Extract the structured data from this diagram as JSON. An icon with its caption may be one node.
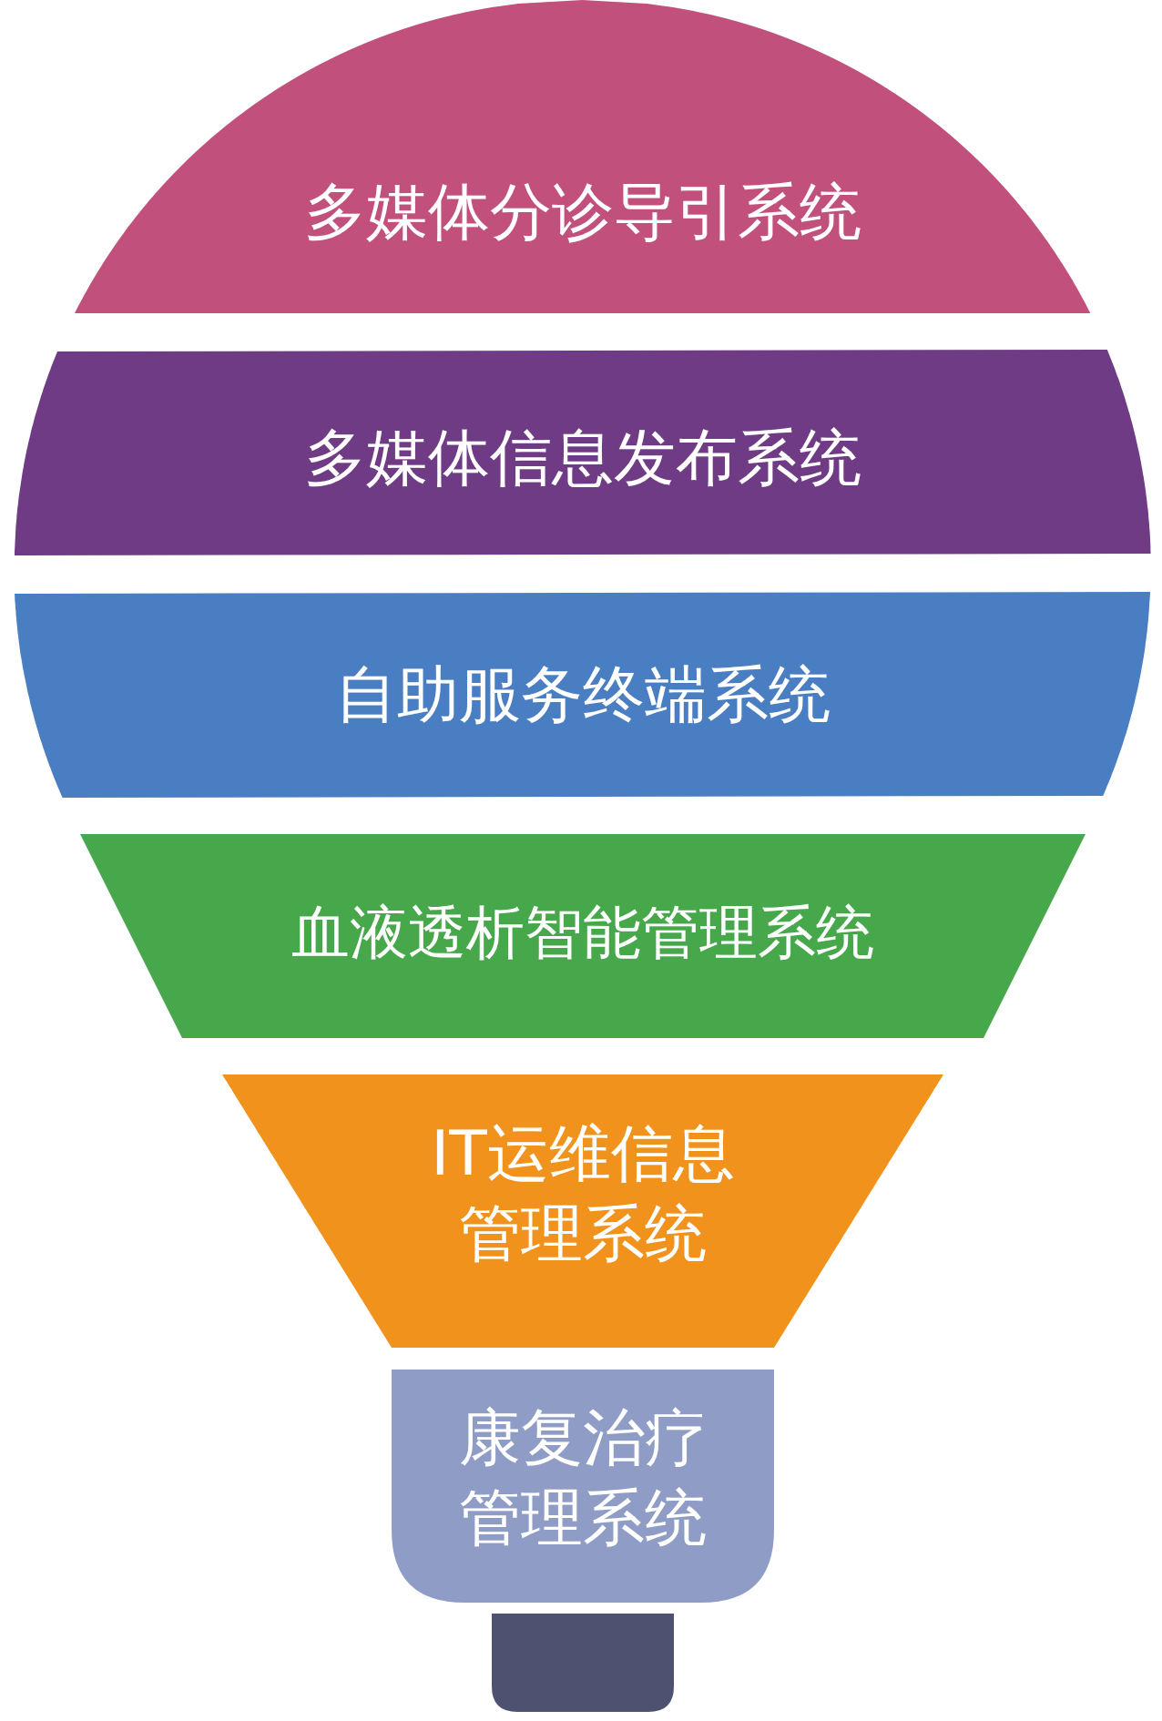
{
  "diagram": {
    "nodes": [
      {
        "text": [
          "多媒体分诊导引系统"
        ]
      },
      {
        "text": [
          "多媒体信息发布系统"
        ]
      },
      {
        "text": [
          "自助服务终端系统"
        ]
      },
      {
        "text": [
          "血液透析智能管理系统"
        ]
      },
      {
        "text": [
          "IT运维信息管理系统"
        ]
      },
      {
        "text": [
          "康复治疗管理系统"
        ]
      },
      {
        "text": [],
        "shape": "box"
      }
    ]
  }
}
